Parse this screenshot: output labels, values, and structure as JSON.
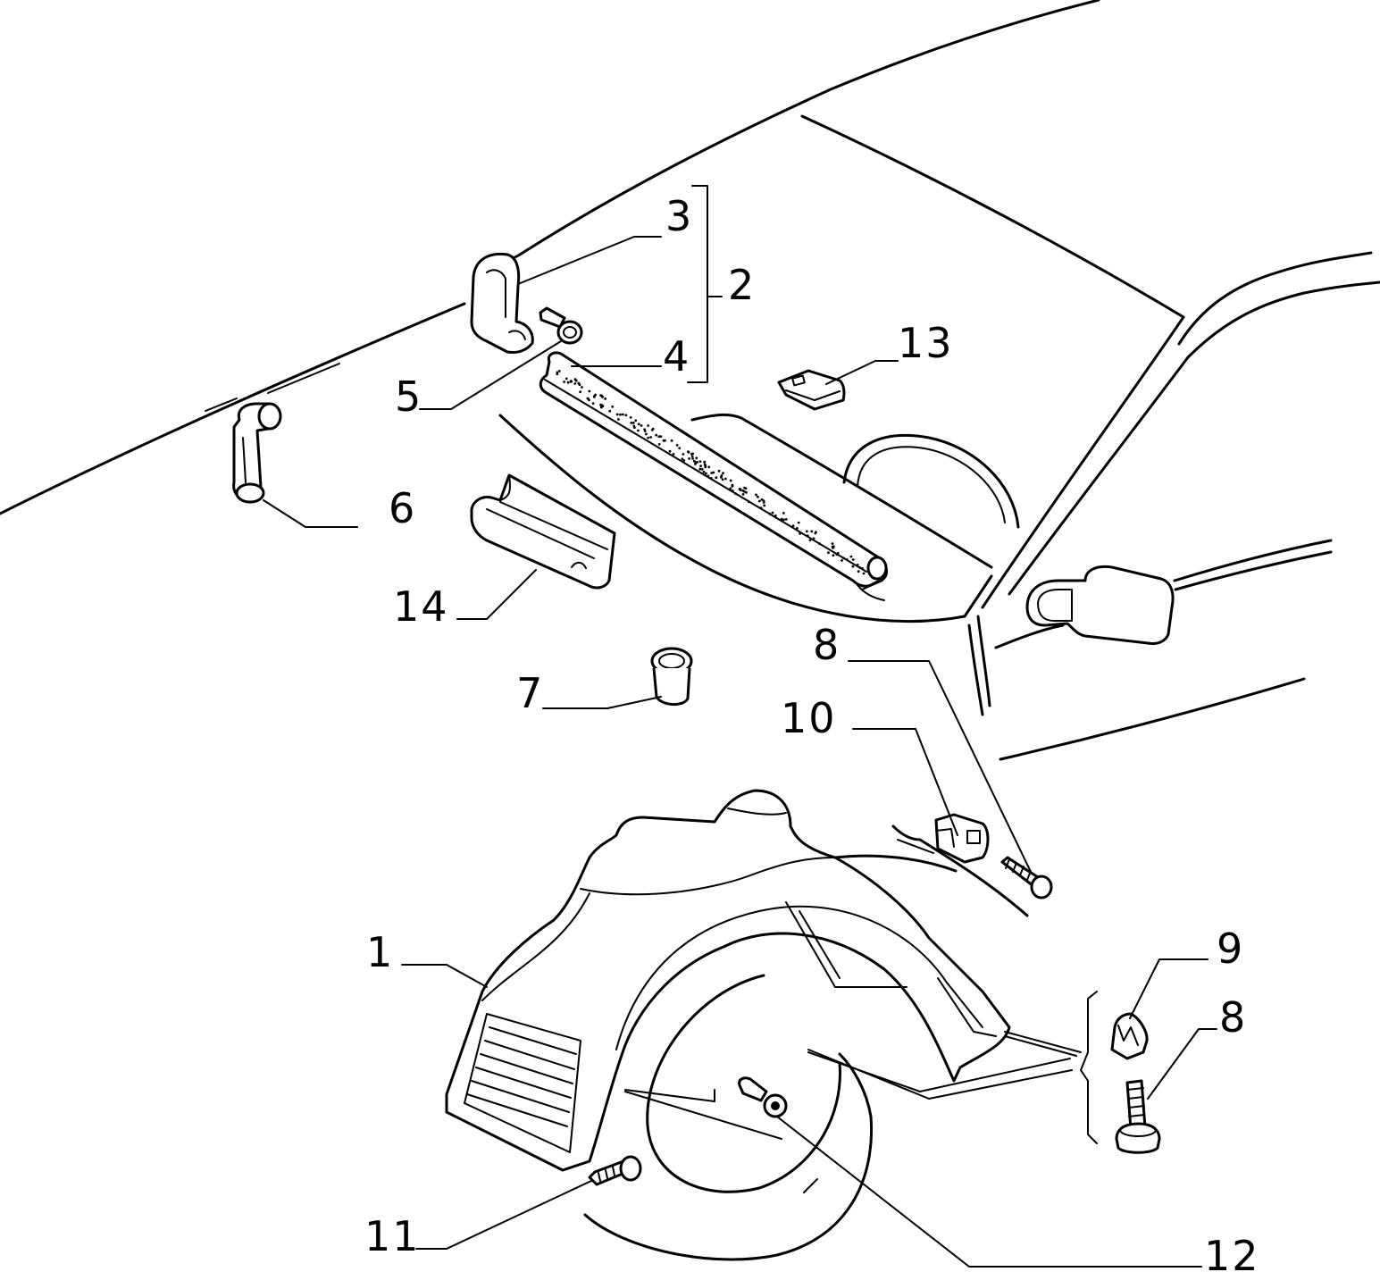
{
  "callouts": [
    {
      "id": "c1",
      "text": "1"
    },
    {
      "id": "c2",
      "text": "2"
    },
    {
      "id": "c3",
      "text": "3"
    },
    {
      "id": "c4",
      "text": "4"
    },
    {
      "id": "c5",
      "text": "5"
    },
    {
      "id": "c6",
      "text": "6"
    },
    {
      "id": "c7",
      "text": "7"
    },
    {
      "id": "c8a",
      "text": "8"
    },
    {
      "id": "c8b",
      "text": "8"
    },
    {
      "id": "c9",
      "text": "9"
    },
    {
      "id": "c10",
      "text": "10"
    },
    {
      "id": "c11",
      "text": "11"
    },
    {
      "id": "c12",
      "text": "12"
    },
    {
      "id": "c13",
      "text": "13"
    },
    {
      "id": "c14",
      "text": "14"
    }
  ]
}
